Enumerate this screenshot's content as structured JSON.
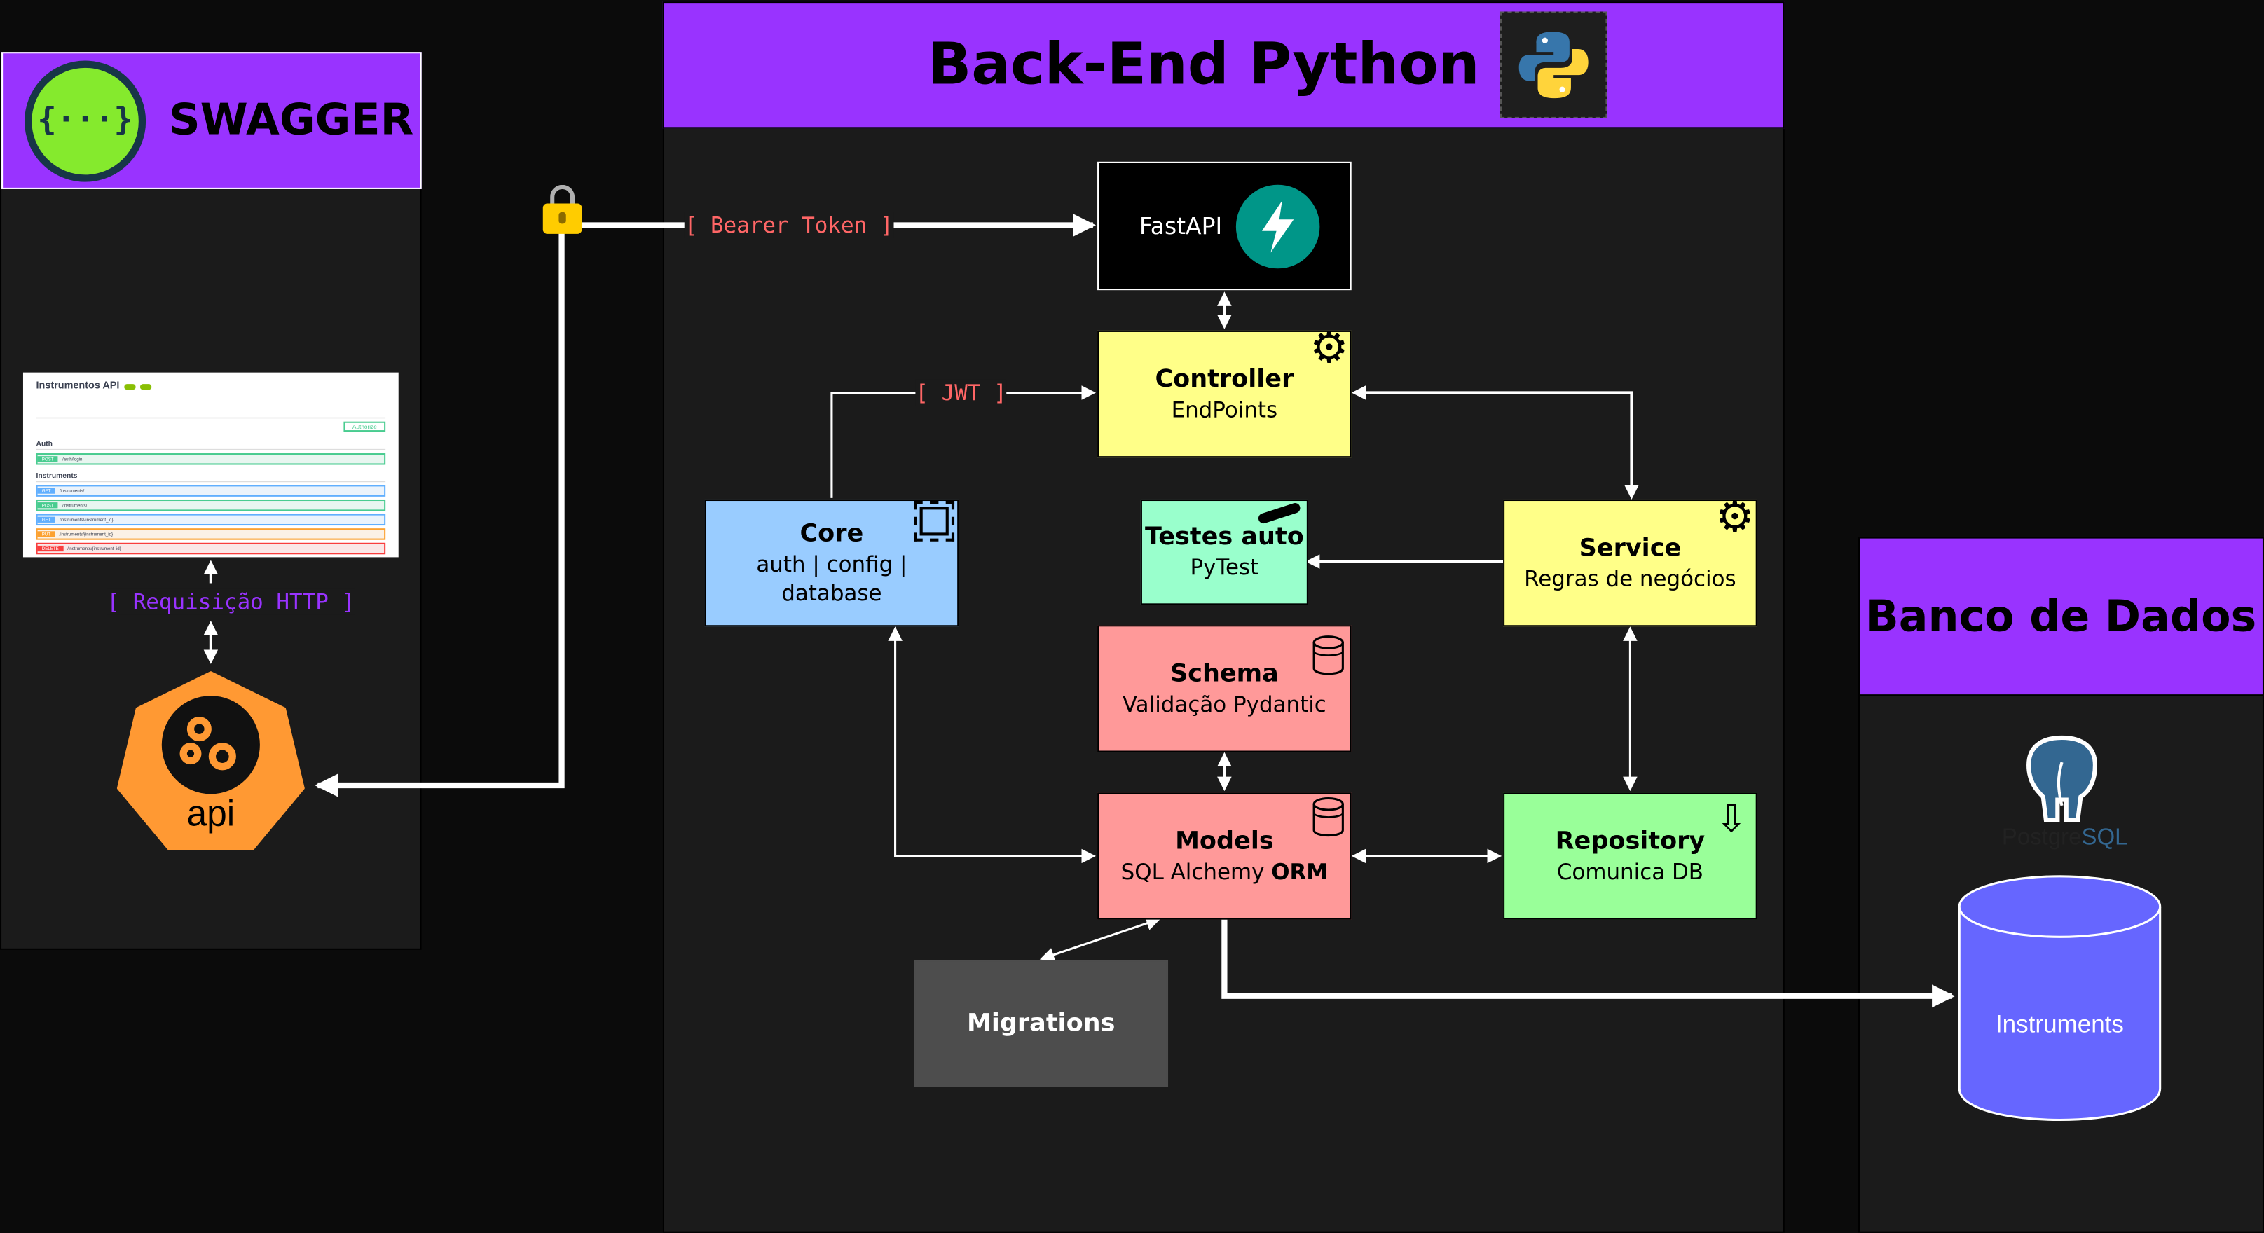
{
  "swagger": {
    "title": "SWAGGER",
    "logo_text": "{···}",
    "preview": {
      "title": "Instrumentos API",
      "button": "Authorize",
      "sections": [
        "Auth",
        "Instruments"
      ],
      "rows": [
        {
          "method": "POST",
          "path": "/auth/login"
        },
        {
          "method": "GET",
          "path": "/instruments/"
        },
        {
          "method": "POST",
          "path": "/instruments/"
        },
        {
          "method": "GET",
          "path": "/instruments/{instrument_id}"
        },
        {
          "method": "PUT",
          "path": "/instruments/{instrument_id}"
        },
        {
          "method": "DELETE",
          "path": "/instruments/{instrument_id}"
        }
      ]
    }
  },
  "api_node": {
    "label": "api"
  },
  "labels": {
    "requisicao": "[ Requisição HTTP ]",
    "bearer": "[ Bearer Token ]",
    "jwt": "[ JWT ]"
  },
  "backend": {
    "title": "Back-End Python",
    "fastapi": {
      "label": "FastAPI"
    },
    "controller": {
      "title": "Controller",
      "subtitle": "EndPoints"
    },
    "core": {
      "title": "Core",
      "subtitle": "auth | config | database"
    },
    "testes": {
      "title": "Testes auto",
      "subtitle": "PyTest"
    },
    "service": {
      "title": "Service",
      "subtitle": "Regras de negócios"
    },
    "schema": {
      "title": "Schema",
      "subtitle": "Validação Pydantic"
    },
    "models": {
      "title": "Models",
      "subtitle_prefix": "SQL Alchemy ",
      "subtitle_bold": "ORM"
    },
    "repository": {
      "title": "Repository",
      "subtitle": "Comunica DB"
    },
    "migrations": {
      "title": "Migrations"
    }
  },
  "database": {
    "title": "Banco de Dados",
    "postgres_a": "Postgre",
    "postgres_b": "SQL",
    "cylinder_label": "Instruments"
  },
  "colors": {
    "purple": "#9933ff",
    "yellow": "#ffff88",
    "blue": "#99ccff",
    "mint": "#99ffcc",
    "salmon": "#ff9999",
    "green": "#99ff99",
    "gray": "#4d4d4d",
    "cylinder": "#6666ff",
    "api_orange": "#ff9933",
    "fastapi_teal": "#009688",
    "label_red": "#ff6666",
    "label_purple": "#9933ff"
  }
}
